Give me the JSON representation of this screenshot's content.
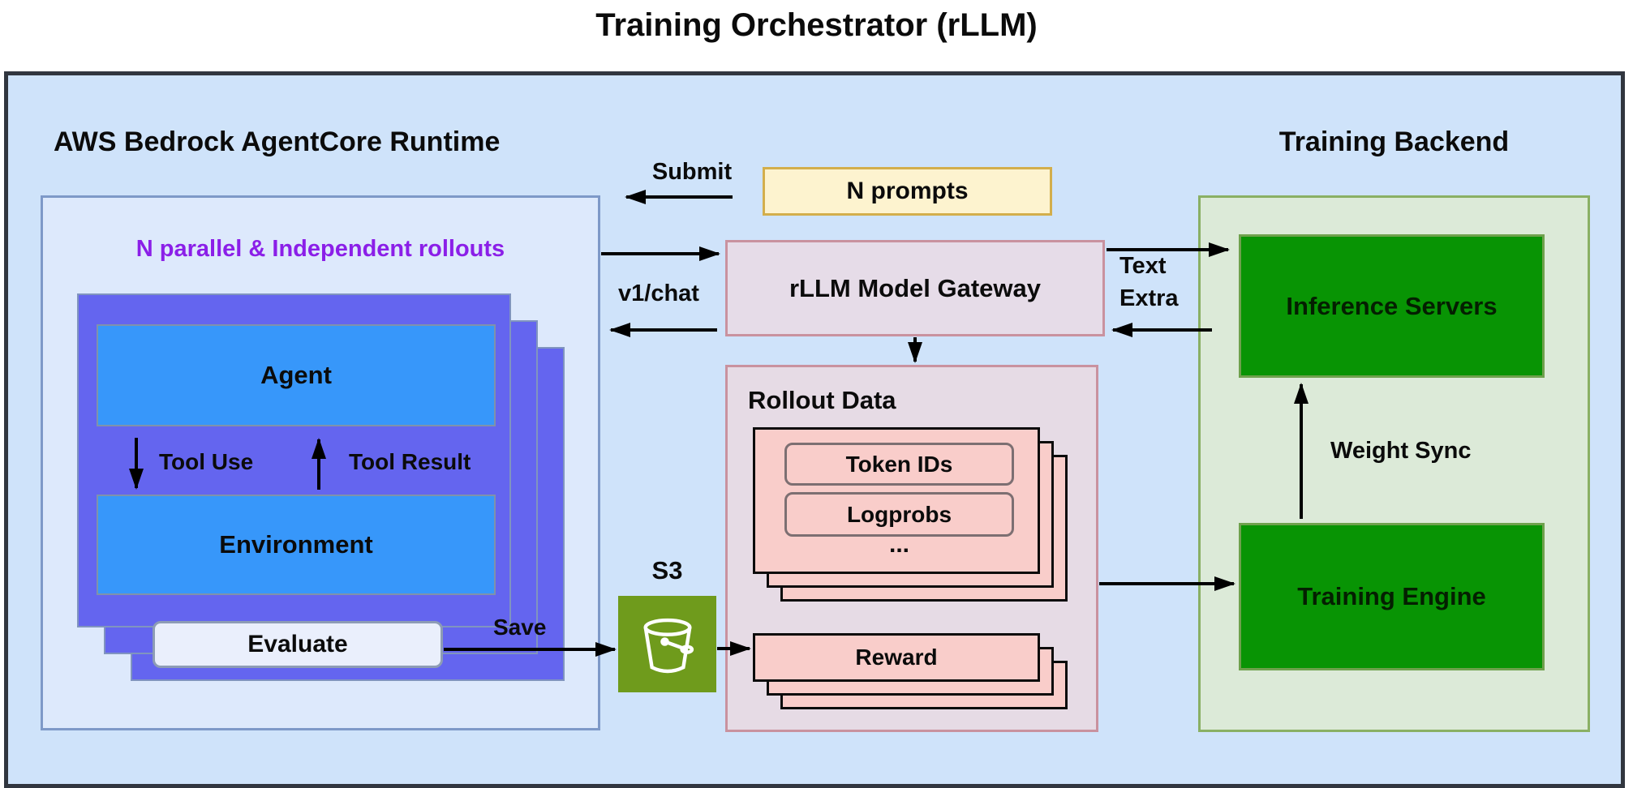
{
  "title": "Training Orchestrator (rLLM)",
  "aws": {
    "title": "AWS Bedrock AgentCore Runtime",
    "rollouts_note": "N parallel & Independent rollouts",
    "agent": "Agent",
    "tool_use": "Tool Use",
    "tool_result": "Tool Result",
    "environment": "Environment",
    "evaluate": "Evaluate"
  },
  "flow_labels": {
    "submit": "Submit",
    "v1_chat": "v1/chat",
    "save": "Save",
    "s3": "S3",
    "text": "Text",
    "extra": "Extra",
    "weight_sync": "Weight Sync"
  },
  "prompts_box": {
    "label": "N prompts"
  },
  "gateway": {
    "label": "rLLM Model Gateway"
  },
  "rollout_data": {
    "title": "Rollout Data",
    "token_ids": "Token IDs",
    "logprobs": "Logprobs",
    "ellipsis": "...",
    "reward": "Reward"
  },
  "training_backend": {
    "title": "Training Backend",
    "inference_servers": "Inference Servers",
    "training_engine": "Training Engine"
  },
  "colors": {
    "outer_bg": "#cfe3fa",
    "outer_border": "#31363f",
    "aws_bg": "#dde9fc",
    "aws_border": "#7e99c8",
    "rollouts_note_text": "#8b1fe8",
    "panel_purple": "#6465ef",
    "box_blue": "#3797fa",
    "evaluate_bg": "#eaeffc",
    "prompts_bg": "#fdf3cf",
    "prompts_border": "#d3ae4b",
    "gateway_bg": "#e6dce8",
    "pink_border": "#c9929f",
    "rollout_bg": "#e6dbe5",
    "card_pink": "#f9cdca",
    "backend_bg": "#dcead8",
    "backend_border": "#8ab064",
    "box_green": "#089404",
    "s3_green": "#6f9b1c",
    "arrow": "#000000"
  }
}
